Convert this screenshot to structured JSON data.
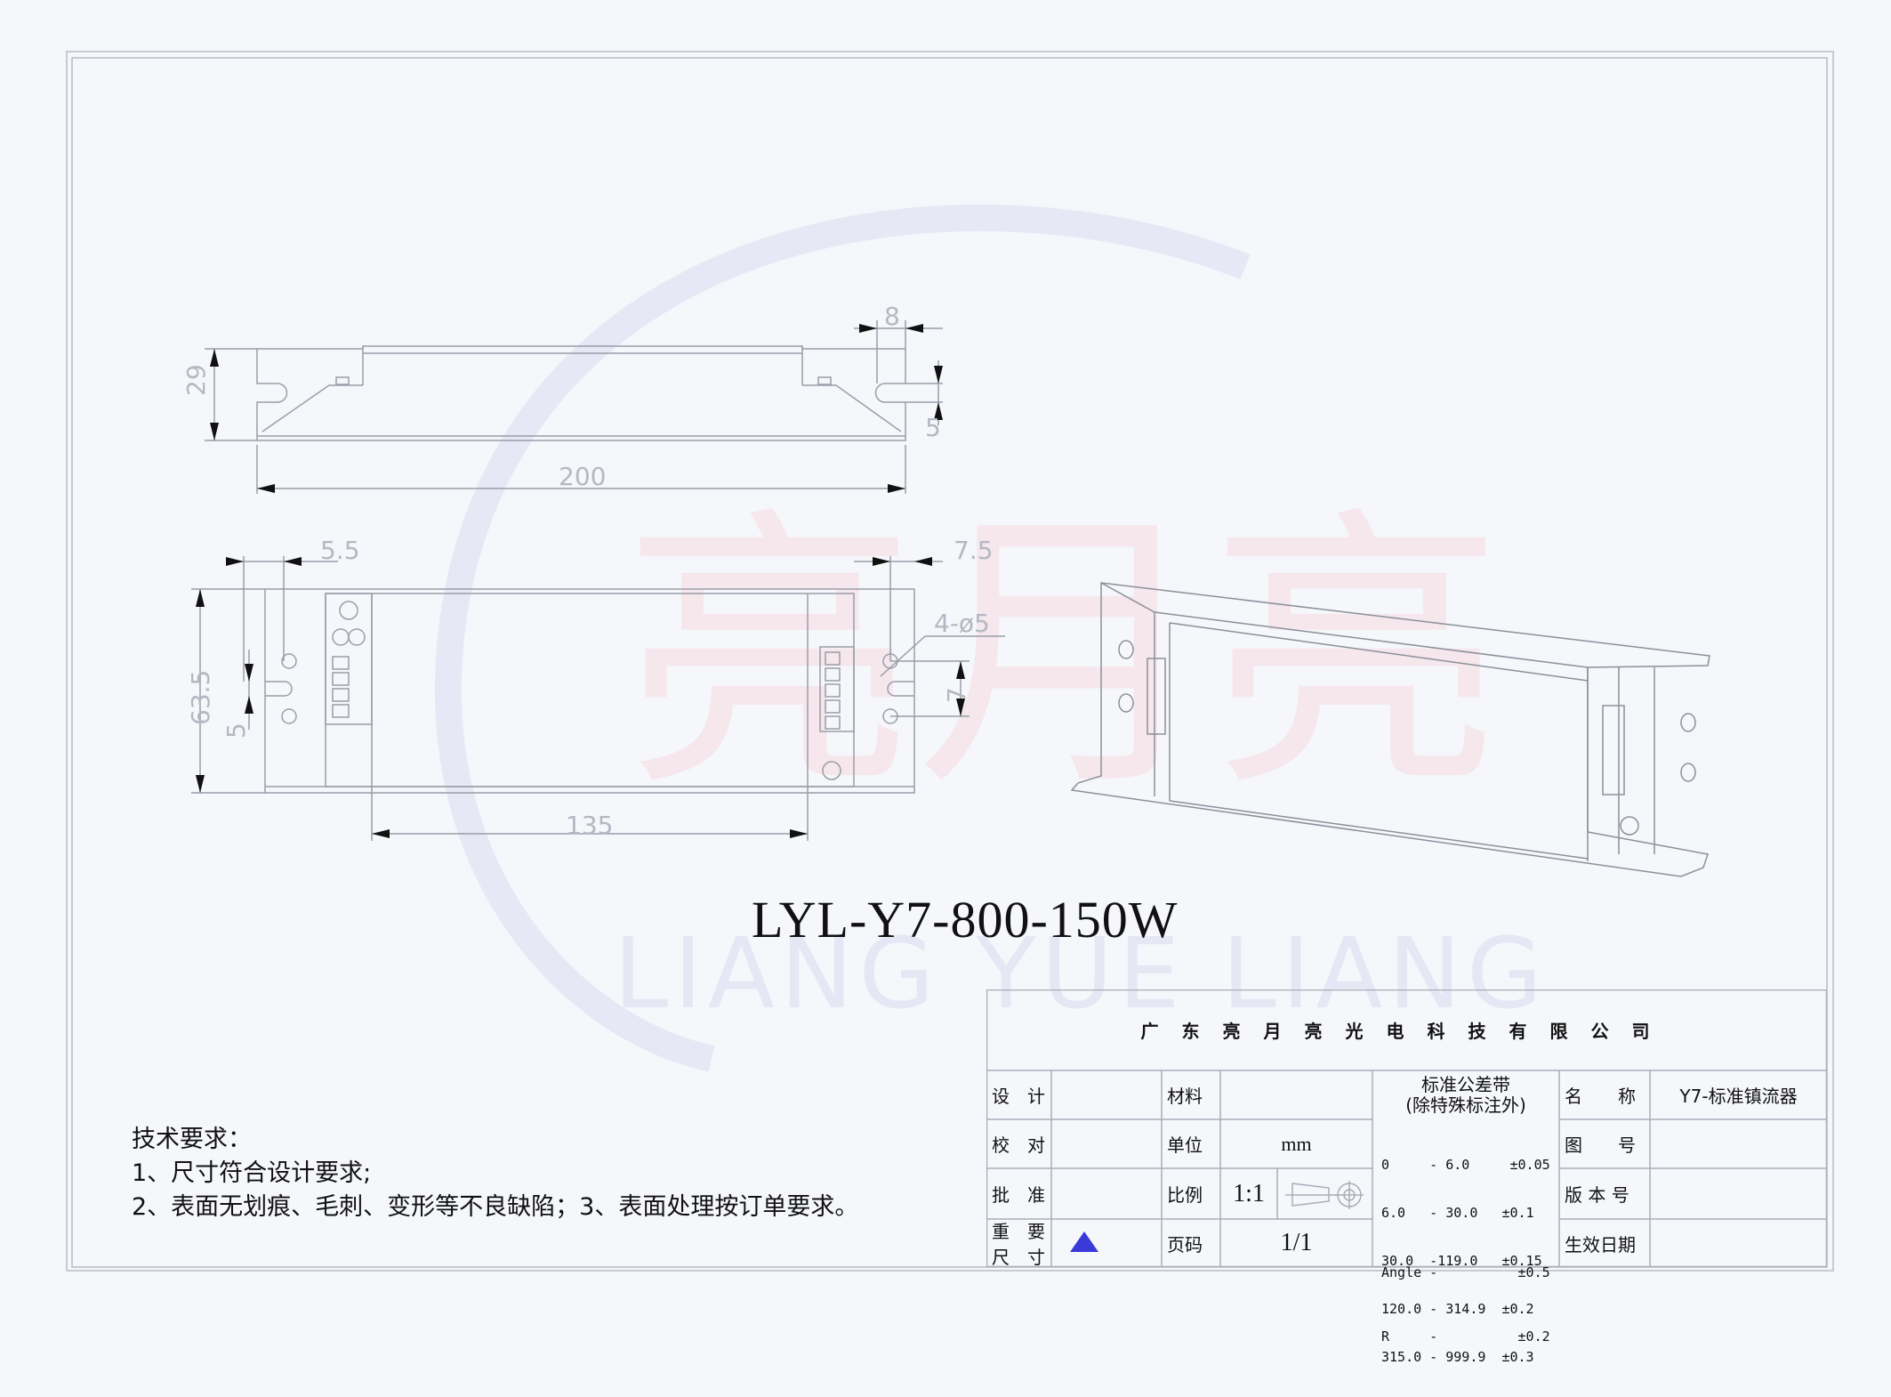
{
  "drawing": {
    "model": "LYL-Y7-800-150W",
    "dimensions": {
      "top_view": {
        "height": "29",
        "length": "200",
        "flange": "8",
        "slot": "5"
      },
      "bottom_view": {
        "width": "63.5",
        "hole_pitch": "135",
        "left_offset": "5.5",
        "right_offset": "7.5",
        "holes": "4-ø5",
        "slot_left": "5",
        "slot_right": "7"
      }
    }
  },
  "notes": {
    "title": "技术要求：",
    "line1": "1、尺寸符合设计要求;",
    "line2": "2、表面无划痕、毛刺、变形等不良缺陷；3、表面处理按订单要求。"
  },
  "title_block": {
    "company": "广东亮月亮光电科技有限公司",
    "design_label": "设　计",
    "check_label": "校　对",
    "approve_label": "批　准",
    "key_dim_label_1": "重　要",
    "key_dim_label_2": "尺　寸",
    "material_label": "材料",
    "unit_label": "单位",
    "unit_value": "mm",
    "scale_label": "比例",
    "scale_value": "1:1",
    "page_label": "页码",
    "page_value": "1/1",
    "tolerance_title_1": "标准公差带",
    "tolerance_title_2": "(除特殊标注外)",
    "tolerances": [
      "0     - 6.0     ±0.05",
      "6.0   - 30.0   ±0.1",
      "30.0  -119.0   ±0.15",
      "120.0 - 314.9  ±0.2",
      "315.0 - 999.9  ±0.3"
    ],
    "angle_tol": "Angle -          ±0.5",
    "radius_tol": "R     -          ±0.2",
    "name_label": "名　　称",
    "name_value": "Y7-标准镇流器",
    "drawing_no_label": "图　　号",
    "version_label": "版 本 号",
    "effective_date_label": "生效日期",
    "key_mark_color": "#3a3ad8"
  },
  "watermark": {
    "text": "LIANG YUE LIANG",
    "chars": "亮月亮"
  }
}
